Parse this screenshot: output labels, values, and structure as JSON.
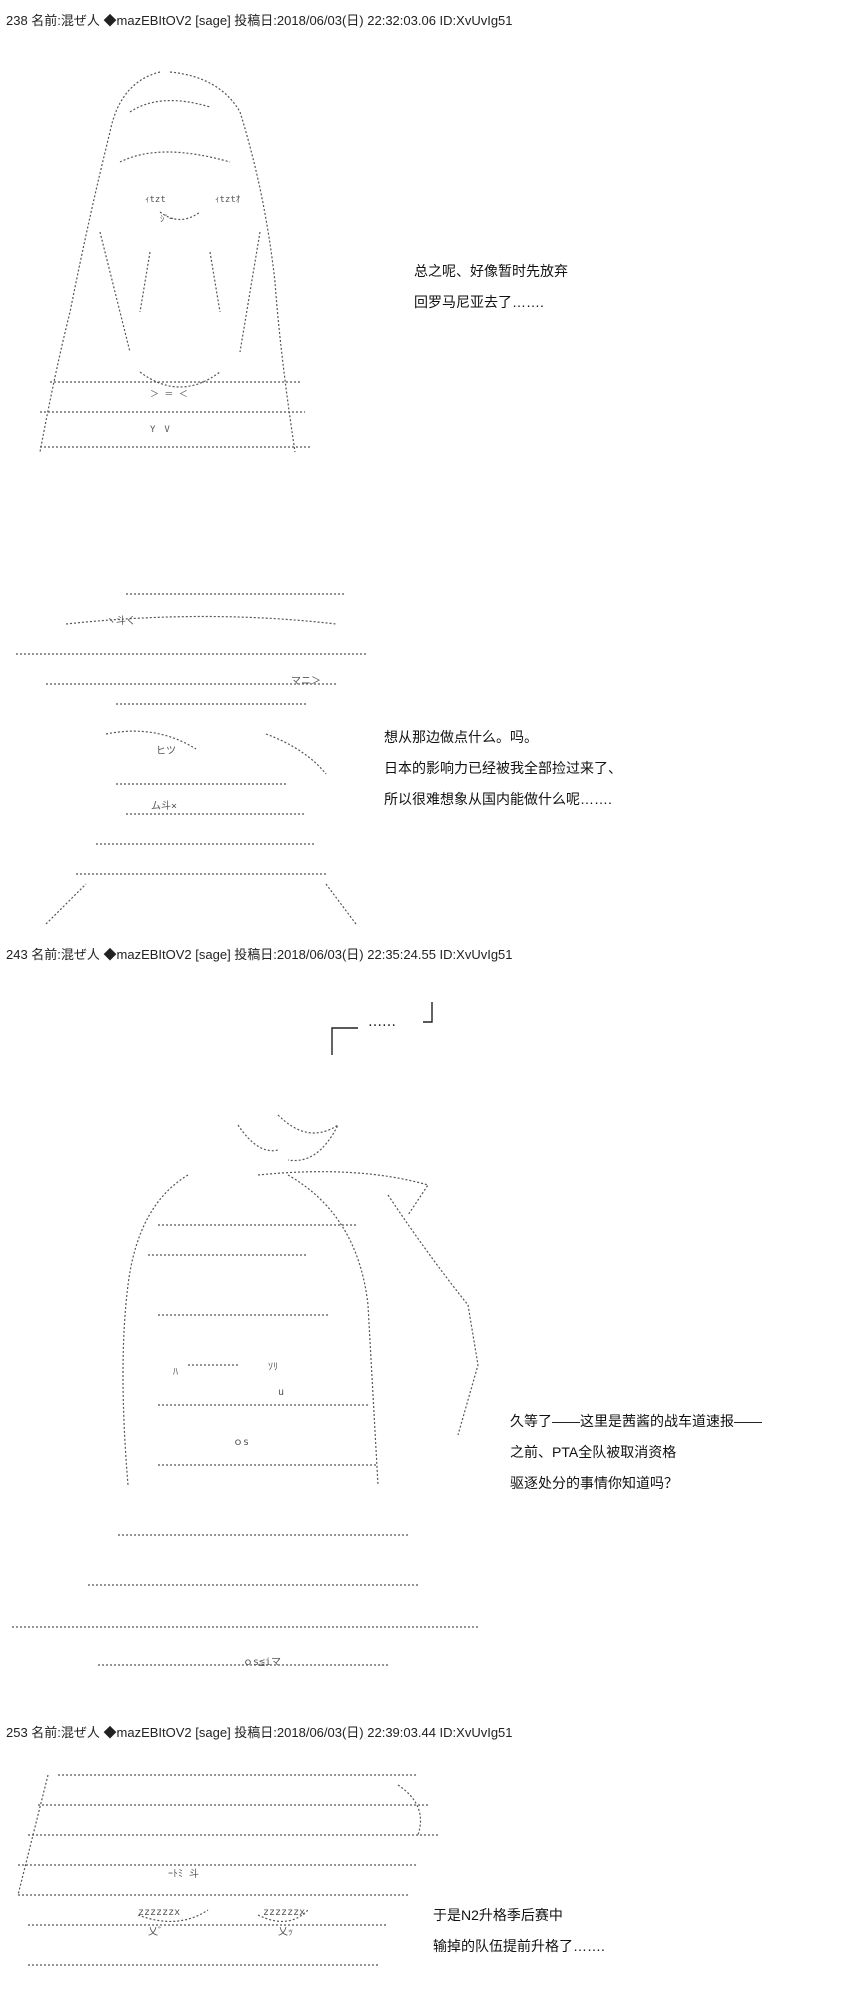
{
  "posts": [
    {
      "header": "238 名前:混ぜ人 ◆mazEBItOV2 [sage] 投稿日:2018/06/03(日) 22:32:03.06 ID:XvUvIg51",
      "scenes": [
        {
          "lines": [
            "总之呢、好像暂时先放弃",
            "回罗马尼亚去了……."
          ]
        },
        {
          "lines": [
            "想从那边做点什么。吗。",
            "日本的影响力已经被我全部捡过来了、",
            "所以很难想象从国内能做什么呢……."
          ]
        }
      ]
    },
    {
      "header": "243 名前:混ぜ人 ◆mazEBItOV2 [sage] 投稿日:2018/06/03(日) 22:35:24.55 ID:XvUvIg51",
      "caption": "……",
      "scenes": [
        {
          "lines": [
            "久等了——这里是茜酱的战车道速报——",
            "之前、PTA全队被取消资格",
            "驱逐处分的事情你知道吗？"
          ]
        }
      ]
    },
    {
      "header": "253 名前:混ぜ人 ◆mazEBItOV2 [sage] 投稿日:2018/06/03(日) 22:39:03.44 ID:XvUvIg51",
      "scenes": [
        {
          "lines": [
            "于是N2升格季后赛中",
            "输掉的队伍提前升格了……."
          ]
        }
      ]
    }
  ],
  "art": {
    "ink": "#555555",
    "subjects": [
      "long-haired girl",
      "girl with hat",
      "girl with ribbon",
      "girl with hat"
    ]
  }
}
